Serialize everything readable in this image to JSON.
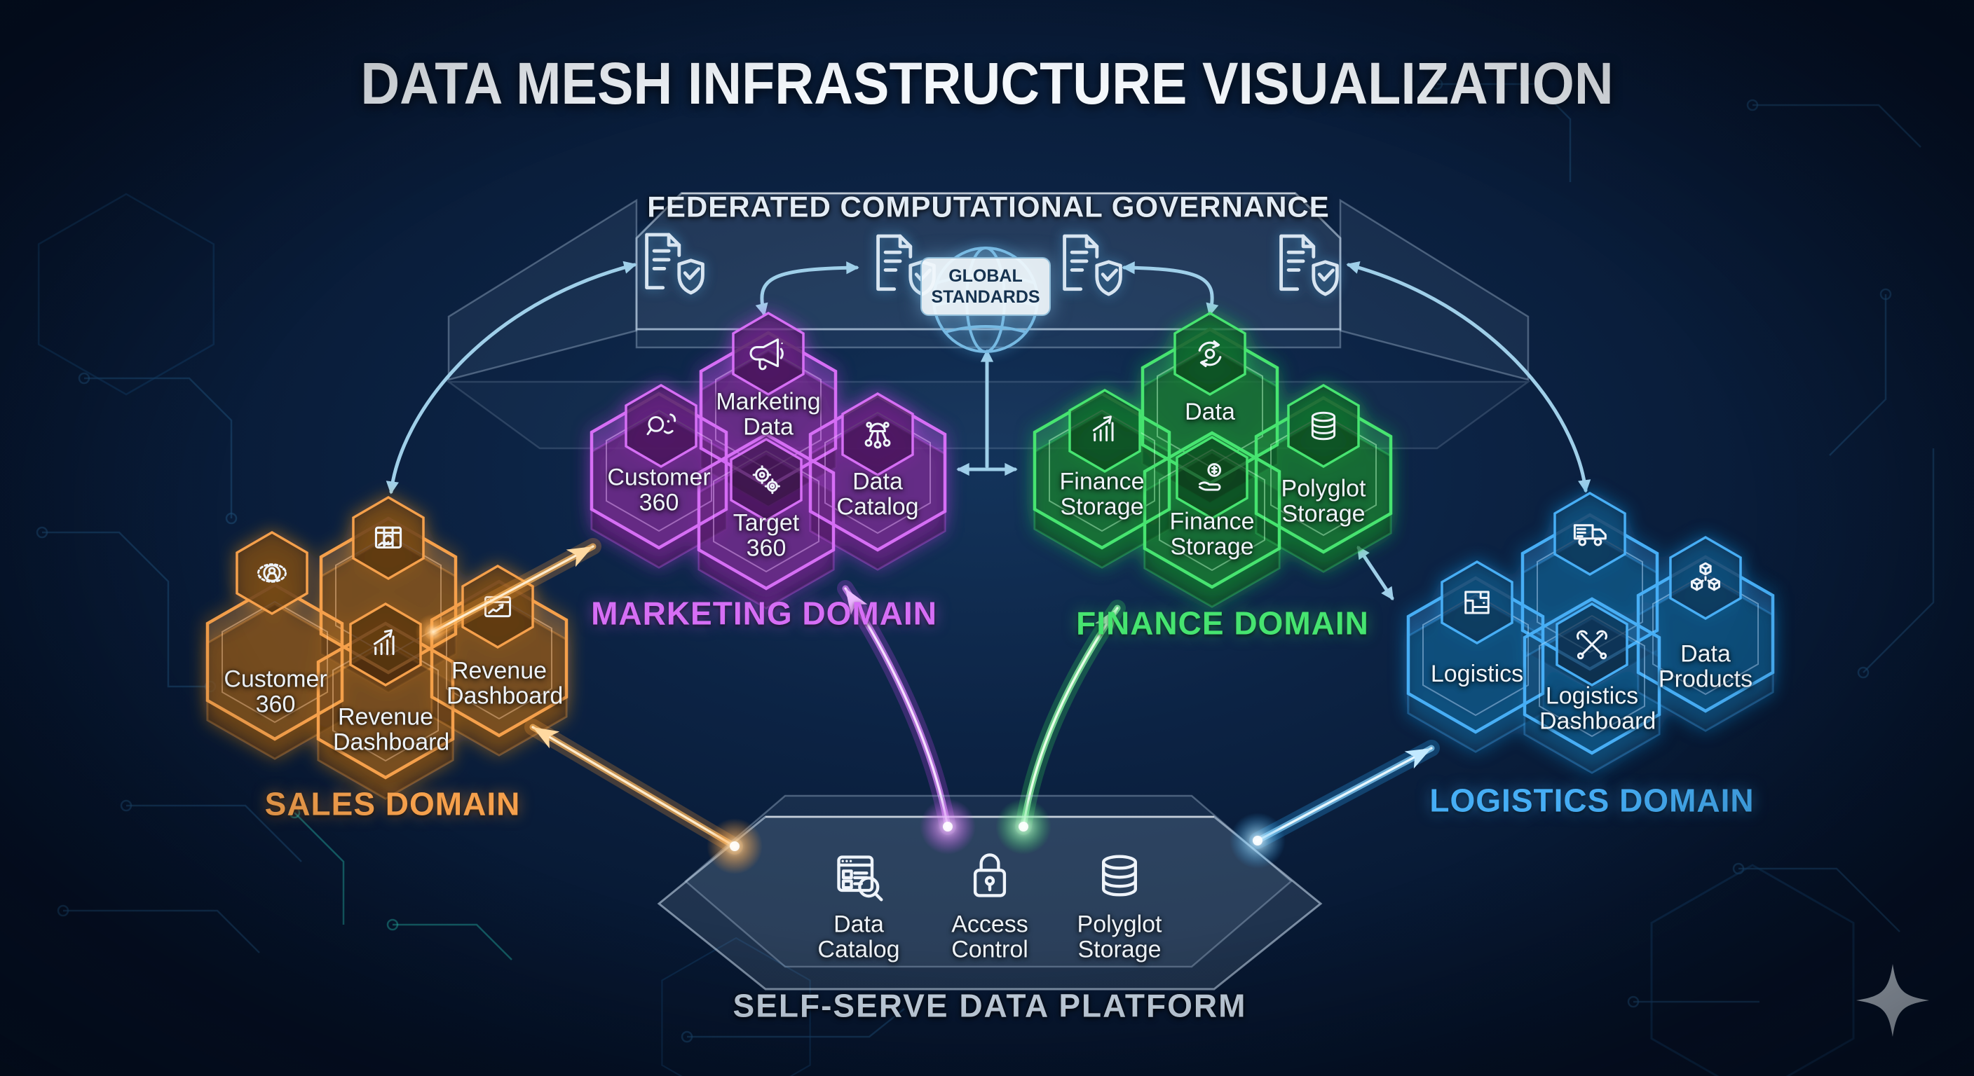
{
  "title": "DATA MESH INFRASTRUCTURE VISUALIZATION",
  "governance": {
    "title": "FEDERATED COMPUTATIONAL GOVERNANCE",
    "hub_label": "GLOBAL STANDARDS",
    "hub_icon": "globe-icon",
    "policy_icon": "document-shield-check-icon",
    "policy_icon_count": 4
  },
  "domains": {
    "sales": {
      "label": "SALES DOMAIN",
      "products": {
        "top": {
          "label": "",
          "icon": "planning-board-icon"
        },
        "left": {
          "label": "Customer 360",
          "icon": "customer-orbit-icon"
        },
        "center": {
          "label": "Revenue Dashboard",
          "icon": "bar-chart-growth-icon"
        },
        "right": {
          "label": "Revenue Dashboard",
          "icon": "browser-trend-icon"
        }
      }
    },
    "marketing": {
      "label": "MARKETING DOMAIN",
      "products": {
        "top": {
          "label": "Marketing Data",
          "icon": "megaphone-icon"
        },
        "left": {
          "label": "Customer 360",
          "icon": "customer-insight-icon"
        },
        "center": {
          "label": "Target 360",
          "icon": "gears-icon"
        },
        "right": {
          "label": "Data Catalog",
          "icon": "network-nodes-icon"
        }
      }
    },
    "finance": {
      "label": "FINANCE DOMAIN",
      "products": {
        "top": {
          "label": "Data",
          "icon": "process-sync-icon"
        },
        "left": {
          "label": "Finance Storage",
          "icon": "growth-bars-icon"
        },
        "center": {
          "label": "Finance Storage",
          "icon": "payment-hand-icon"
        },
        "right": {
          "label": "Polyglot Storage",
          "icon": "database-icon"
        }
      }
    },
    "logistics": {
      "label": "LOGISTICS DOMAIN",
      "products": {
        "top": {
          "label": "",
          "icon": "delivery-truck-icon"
        },
        "left": {
          "label": "Logistics",
          "icon": "warehouse-plan-icon"
        },
        "center": {
          "label": "Logistics Dashboard",
          "icon": "crossed-tools-icon"
        },
        "right": {
          "label": "Data Products",
          "icon": "linked-cubes-icon"
        }
      }
    }
  },
  "platform": {
    "label": "SELF-SERVE DATA PLATFORM",
    "services": [
      {
        "label": "Data Catalog",
        "icon": "catalog-search-icon"
      },
      {
        "label": "Access Control",
        "icon": "padlock-icon"
      },
      {
        "label": "Polyglot Storage",
        "icon": "database-icon"
      }
    ]
  },
  "footer": {
    "logo_icon": "sparkle-icon"
  },
  "colors": {
    "background": "#0a1a33",
    "sales": "#f5a04c",
    "marketing": "#d66ef5",
    "finance": "#46e470",
    "logistics": "#46aef5",
    "arrow": "#9fcfe9",
    "glass": "#cfdff0",
    "title_text": "#f4f8fc",
    "label_text": "#eef3f8",
    "hub_text": "#16324f"
  }
}
